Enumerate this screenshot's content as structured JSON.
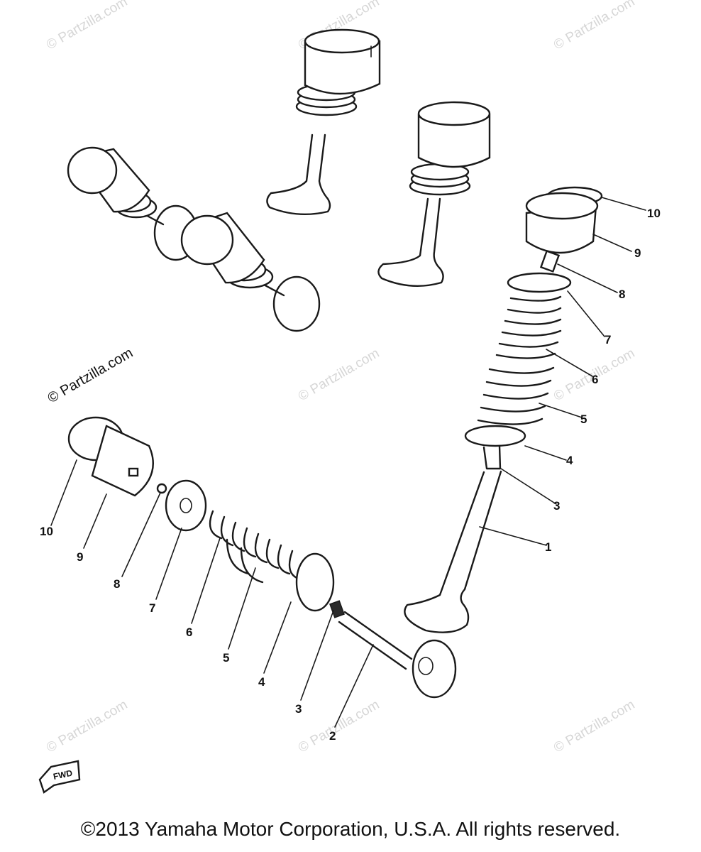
{
  "watermarks": {
    "faint": "© Partzilla.com",
    "prominent": "© Partzilla.com"
  },
  "callouts": {
    "right": [
      "10",
      "9",
      "8",
      "7",
      "6",
      "5",
      "4",
      "3",
      "1"
    ],
    "left": [
      "10",
      "9",
      "8",
      "7",
      "6",
      "5",
      "4",
      "3",
      "2"
    ]
  },
  "fwd_label": "FWD",
  "footer": {
    "copyright": "©2013 Yamaha Motor Corporation, U.S.A. All rights reserved."
  }
}
